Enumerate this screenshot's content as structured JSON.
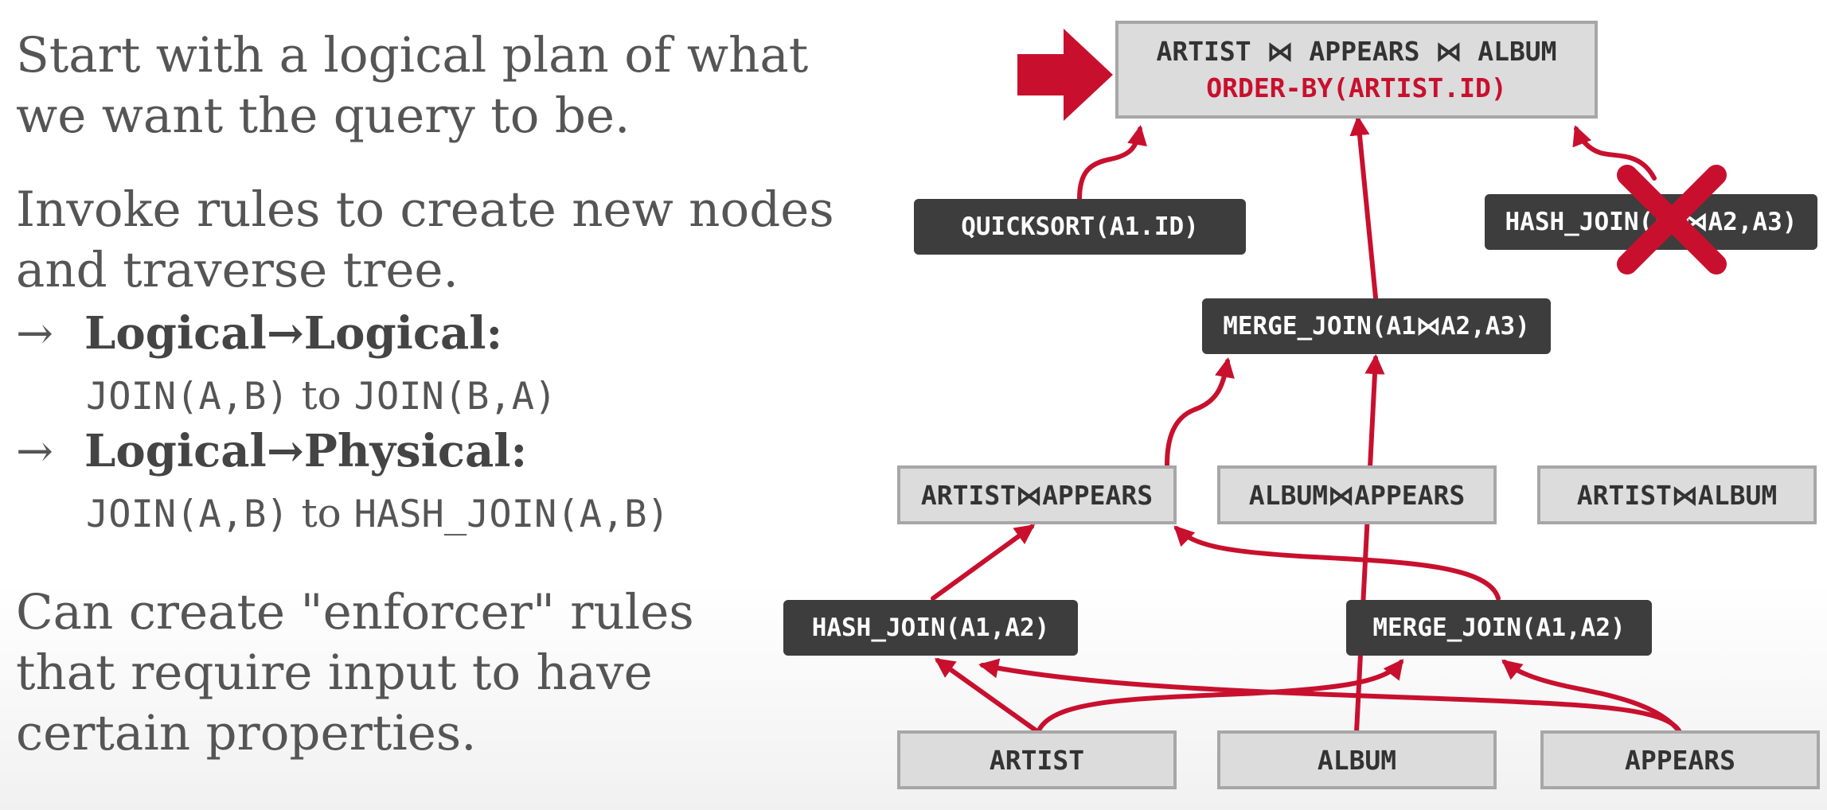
{
  "colors": {
    "accent": "#c8102e",
    "text": "#555555",
    "logical_node_fill": "#dcdcdc",
    "logical_node_border": "#a7a7a7",
    "physical_node_fill": "#3d3d3d"
  },
  "left_text": {
    "para1_line1": "Start with a logical plan of what",
    "para1_line2": "we want the query to be.",
    "para2_line1": "Invoke rules to create new nodes",
    "para2_line2": "and traverse tree.",
    "bullet_arrow": "→",
    "bullet1_title": "Logical→Logical:",
    "bullet1_ex_a": "JOIN(A,B)",
    "bullet1_ex_to": " to ",
    "bullet1_ex_b": "JOIN(B,A)",
    "bullet2_title": "Logical→Physical:",
    "bullet2_ex_a": "JOIN(A,B)",
    "bullet2_ex_to": " to ",
    "bullet2_ex_b": "HASH_JOIN(A,B)",
    "para3_line1": "Can create \"enforcer\" rules",
    "para3_line2": "that require input to have",
    "para3_line3": "certain properties."
  },
  "diagram": {
    "root_line1": "ARTIST ⋈ APPEARS ⋈ ALBUM",
    "root_line2": "ORDER-BY(ARTIST.ID)",
    "quicksort": "QUICKSORT(A1.ID)",
    "hash_join_top": "HASH_JOIN(A1⋈A2,A3)",
    "merge_join_mid": "MERGE_JOIN(A1⋈A2,A3)",
    "artist_appears": "ARTIST⋈APPEARS",
    "album_appears": "ALBUM⋈APPEARS",
    "artist_album": "ARTIST⋈ALBUM",
    "hash_join_low": "HASH_JOIN(A1,A2)",
    "merge_join_low": "MERGE_JOIN(A1,A2)",
    "leaf_artist": "ARTIST",
    "leaf_album": "ALBUM",
    "leaf_appears": "APPEARS",
    "current_node_marker": "arrow-right-icon",
    "rejected_marker": "cross-icon"
  }
}
